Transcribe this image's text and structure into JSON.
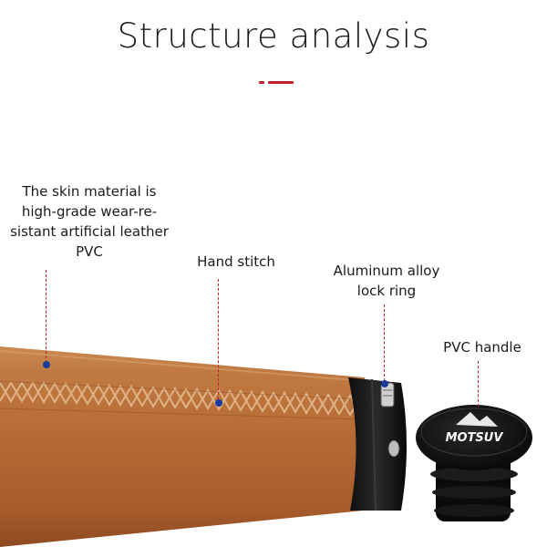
{
  "title": "Structure analysis",
  "colors": {
    "accent": "#c0202a",
    "leather": "#b86a35",
    "marker_dot": "#1a3a9e"
  },
  "brand_logo_text": "MOTSUV",
  "callouts": [
    {
      "id": "skin",
      "lines": [
        "The skin material is",
        "high-grade wear-re-",
        "sistant artificial leather",
        "PVC"
      ]
    },
    {
      "id": "stitch",
      "lines": [
        "Hand stitch"
      ]
    },
    {
      "id": "ring",
      "lines": [
        "Aluminum alloy",
        "lock ring"
      ]
    },
    {
      "id": "plug",
      "lines": [
        "PVC handle"
      ]
    }
  ]
}
